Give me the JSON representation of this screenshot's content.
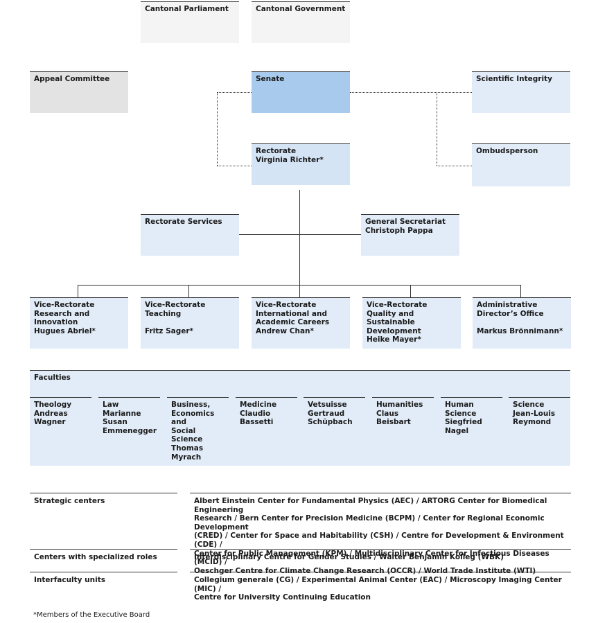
{
  "top": {
    "cantonal_parliament": "Cantonal Parliament",
    "cantonal_government": "Cantonal Government",
    "appeal_committee": "Appeal Committee",
    "senate": "Senate",
    "scientific_integrity": "Scientific Integrity",
    "ombudsperson": "Ombudsperson",
    "rectorate_line1": "Rectorate",
    "rectorate_line2": "Virginia Richter*",
    "rectorate_services": "Rectorate Services",
    "general_secretariat_line1": "General Secretariat",
    "general_secretariat_line2": "Christoph Pappa"
  },
  "vice_rectorates": [
    {
      "lines": [
        "Vice-Rectorate",
        "Research and",
        "Innovation",
        "Hugues Abriel*"
      ]
    },
    {
      "lines": [
        "Vice-Rectorate",
        "Teaching",
        "",
        "Fritz Sager*"
      ]
    },
    {
      "lines": [
        "Vice-Rectorate",
        "International and",
        "Academic Careers",
        "Andrew Chan*"
      ]
    },
    {
      "lines": [
        "Vice-Rectorate",
        "Quality and Sustainable",
        "Development",
        "Heike Mayer*"
      ]
    },
    {
      "lines": [
        "Administrative",
        "Director’s Office",
        "",
        "Markus Brönnimann*"
      ]
    }
  ],
  "faculties_title": "Faculties",
  "faculties": [
    {
      "lines": [
        "Theology",
        "Andreas",
        "Wagner",
        "",
        ""
      ]
    },
    {
      "lines": [
        "Law",
        "Marianne",
        "Susan",
        "Emmenegger",
        ""
      ]
    },
    {
      "lines": [
        "Business,",
        "Economics and",
        "Social Science",
        "Thomas",
        "Myrach"
      ]
    },
    {
      "lines": [
        "Medicine",
        "Claudio",
        "Bassetti",
        "",
        ""
      ]
    },
    {
      "lines": [
        "Vetsuisse",
        "Gertraud",
        "Schüpbach",
        "",
        ""
      ]
    },
    {
      "lines": [
        "Humanities",
        "Claus Beisbart",
        "",
        "",
        ""
      ]
    },
    {
      "lines": [
        "Human",
        "Science",
        "Siegfried",
        "Nagel",
        ""
      ]
    },
    {
      "lines": [
        "Science",
        "Jean-Louis",
        "Reymond",
        "",
        ""
      ]
    }
  ],
  "rows": [
    {
      "label": "Strategic centers",
      "lines": [
        "Albert Einstein Center for Fundamental Physics (AEC) / ARTORG Center for Biomedical Engineering",
        "Research / Bern Center for Precision Medicine (BCPM) / Center for Regional Economic Development",
        "(CRED) / Center for Space and Habitability (CSH) / Centre for Development & Environment (CDE) /",
        "Center for Public Management (KPM) / Multidisciplinary Center for Infectious Diseases (MCID) /",
        "Oeschger Centre for Climate Change Research (OCCR) / World Trade Institute (WTI)"
      ]
    },
    {
      "label": "Centers with specialized roles",
      "lines": [
        "Interdisciplinary Centre for Gender Studies / Walter Benjamin Kolleg (WBK)"
      ]
    },
    {
      "label": "Interfaculty units",
      "lines": [
        "Collegium generale (CG) / Experimental Animal Center (EAC) / Microscopy Imaging Center (MIC) /",
        "Centre for University Continuing Education"
      ]
    }
  ],
  "footnote": "*Members of the Executive Board",
  "colors": {
    "gray": "#f4f4f4",
    "gray_dark": "#e3e3e3",
    "light_blue": "#e1ecf8",
    "senate_blue": "#a8cbed",
    "rectorate_blue": "#d5e4f5"
  }
}
